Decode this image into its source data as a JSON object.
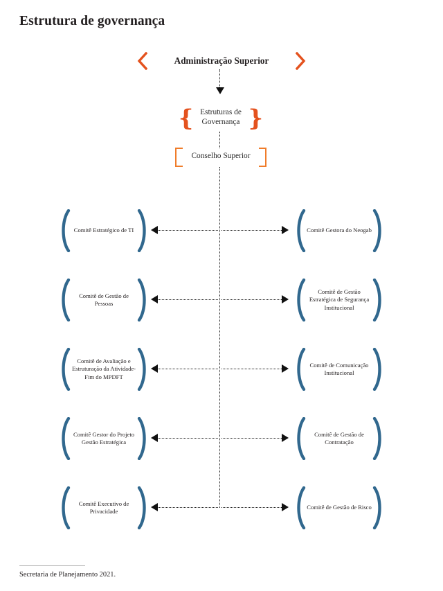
{
  "title": "Estrutura de governança",
  "colors": {
    "orange": "#E4521E",
    "orange_light": "#F07C2A",
    "blue": "#31688E",
    "ink": "#231F20",
    "background": "#FFFFFF"
  },
  "top_node": {
    "label": "Administração Superior",
    "left_icon": "chevron-left-icon",
    "right_icon": "chevron-right-icon"
  },
  "brace_node": {
    "label": "Estruturas de\nGovernança",
    "line1": "Estruturas de",
    "line2": "Governança",
    "left_icon": "curly-brace-left-icon",
    "right_icon": "curly-brace-right-icon"
  },
  "bracket_node": {
    "label": "Conselho Superior",
    "left_icon": "square-bracket-left-icon",
    "right_icon": "square-bracket-right-icon"
  },
  "connector_icons": {
    "down_arrow": "arrow-down-icon",
    "left_arrow": "arrow-left-icon",
    "right_arrow": "arrow-right-icon",
    "spine": "dotted-vertical-line"
  },
  "committees": [
    {
      "left": "Comitê Estratégico de TI",
      "right": "Comitê Gestora do Neogab"
    },
    {
      "left": "Comitê de Gestão de Pessoas",
      "right": "Comitê de Gestão Estratégica de Segurança Institucional"
    },
    {
      "left": "Comitê de Avaliação e Estruturação da Atividade-Fim do MPDFT",
      "right": "Comitê de Comunicação Institucional"
    },
    {
      "left": "Comitê Gestor do Projeto Gestão Estratégica",
      "right": "Comitê de Gestão de Contratação"
    },
    {
      "left": "Comitê Executivo de Privacidade",
      "right": "Comitê de Gestão de Risco"
    }
  ],
  "footer": {
    "source": "Secretaria de Planejamento 2021."
  }
}
